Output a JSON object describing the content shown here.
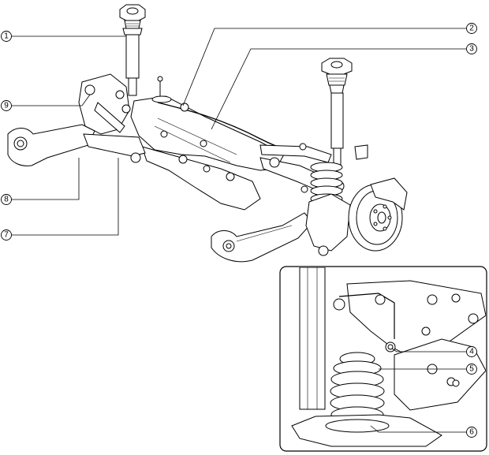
{
  "callouts": [
    {
      "id": "1",
      "label": "1"
    },
    {
      "id": "2",
      "label": "2"
    },
    {
      "id": "3",
      "label": "3"
    },
    {
      "id": "4",
      "label": "4"
    },
    {
      "id": "5",
      "label": "5"
    },
    {
      "id": "6",
      "label": "6"
    },
    {
      "id": "7",
      "label": "7"
    },
    {
      "id": "8",
      "label": "8"
    },
    {
      "id": "9",
      "label": "9"
    }
  ],
  "colors": {
    "line": "#000000",
    "background": "#ffffff"
  }
}
